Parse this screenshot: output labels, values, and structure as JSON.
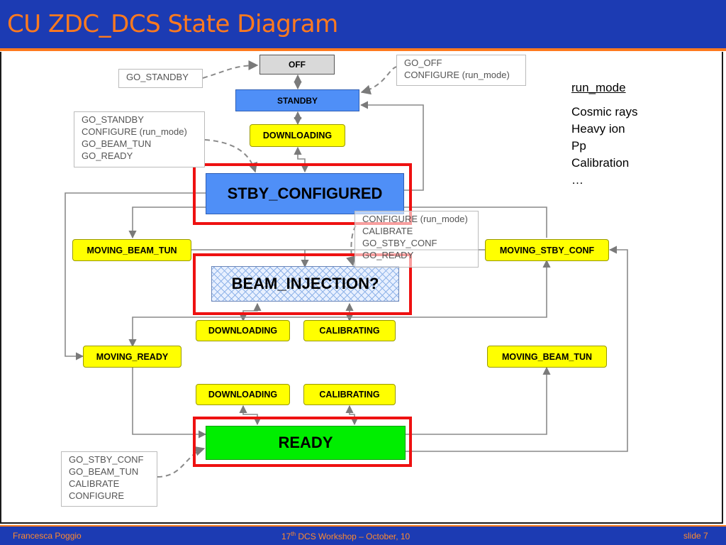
{
  "title": "CU ZDC_DCS State Diagram",
  "colors": {
    "header_bg": "#1c3bb3",
    "accent_orange": "#ff7a1e",
    "state_blue": "#4f8ff7",
    "state_yellow": "#ffff00",
    "state_green": "#00ee00",
    "state_grey": "#d9d9d9",
    "highlight_red": "#ee1111",
    "connector_grey": "#888888"
  },
  "states": {
    "off": "OFF",
    "standby": "STANDBY",
    "downloading_standby": "DOWNLOADING",
    "stby_configured": "STBY_CONFIGURED",
    "moving_beam_tun_left": "MOVING_BEAM_TUN",
    "moving_stby_conf": "MOVING_STBY_CONF",
    "beam_injection": "BEAM_INJECTION?",
    "downloading_beam": "DOWNLOADING",
    "calibrating_beam": "CALIBRATING",
    "moving_ready": "MOVING_READY",
    "moving_beam_tun_right": "MOVING_BEAM_TUN",
    "downloading_ready": "DOWNLOADING",
    "calibrating_ready": "CALIBRATING",
    "ready": "READY"
  },
  "commands": {
    "off_box": [
      "GO_STANDBY"
    ],
    "standby_box": [
      "GO_OFF",
      "CONFIGURE (run_mode)"
    ],
    "stby_configured_box": [
      "GO_STANDBY",
      "CONFIGURE (run_mode)",
      "GO_BEAM_TUN",
      "GO_READY"
    ],
    "beam_injection_box": [
      "CONFIGURE (run_mode)",
      "CALIBRATE",
      "GO_STBY_CONF",
      "GO_READY"
    ],
    "ready_box": [
      "GO_STBY_CONF",
      "GO_BEAM_TUN",
      "CALIBRATE",
      "CONFIGURE"
    ]
  },
  "run_mode": {
    "title": "run_mode",
    "items": [
      "Cosmic rays",
      "Heavy ion",
      "Pp",
      "Calibration",
      "…"
    ]
  },
  "footer": {
    "author": "Francesca Poggio",
    "event_ordinal": "17",
    "event_suffix": "th",
    "event_rest": " DCS Workshop – October, 10",
    "slide": "slide 7"
  }
}
